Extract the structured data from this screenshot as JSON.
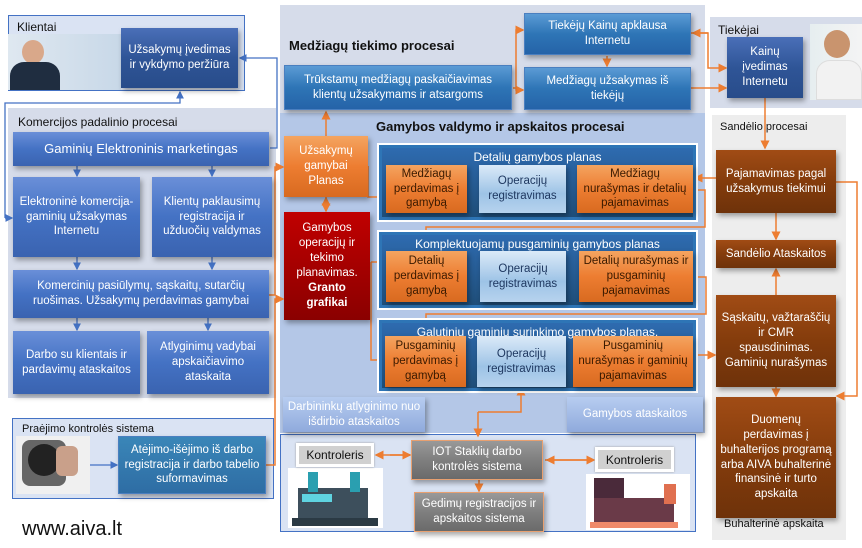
{
  "clients": {
    "label": "Klientai",
    "order_entry": "Užsakymų įvedimas ir vykdymo peržiūra"
  },
  "supply": {
    "title": "Medžiagų tiekimo procesai",
    "shortage": "Trūkstamų  medžiagų paskaičiavimas klientų užsakymams ir atsargoms",
    "price_survey": "Tiekėjų Kainų apklausa Internetu",
    "material_order": "Medžiagų užsakymas iš tiekėjų"
  },
  "suppliers": {
    "label": "Tiekėjai",
    "price_entry": "Kainų įvedimas Internetu"
  },
  "commerce": {
    "label": "Komercijos padalinio procesai",
    "marketing": "Gaminių Elektroninis marketingas",
    "ecommerce": "Elektroninė komercija- gaminių užsakymas Internetu",
    "inquiries": "Klientų paklausimų registracija ir užduočių valdymas",
    "offers": "Komercinių pasiūlymų, sąskaitų,  sutarčių ruošimas. Užsakymų perdavimas gamybai",
    "sales_reports": "Darbo su klientais ir pardavimų ataskaitos",
    "pay_report": "Atlyginimų vadybai apskaičiavimo ataskaita"
  },
  "access": {
    "label": "Praėjimo kontrolės sistema",
    "registration": "Atėjimo-išėjimo iš darbo registracija ir darbo tabelio suformavimas"
  },
  "production": {
    "title": "Gamybos valdymo ir apskaitos procesai",
    "order_plan": "Užsakymų gamybai Planas",
    "scheduling_1": "Gamybos operacijų ir tekimo planavimas.",
    "scheduling_2": "Granto grafikai",
    "plans": [
      {
        "title": "Detalių gamybos planas",
        "step1": "Medžiagų perdavimas į gamybą",
        "step2": "Operacijų registravimas",
        "step3": "Medžiagų nurašymas ir detalių pajamavimas"
      },
      {
        "title": "Komplektuojamų pusgaminių gamybos planas",
        "step1": "Detalių perdavimas į gamybą",
        "step2": "Operacijų registravimas",
        "step3": "Detalių nurašymas ir pusgaminių pajamavimas"
      },
      {
        "title": "Galutinių gaminių surinkimo gamybos planas.",
        "step1": "Pusgaminių perdavimas į gamybą",
        "step2": "Operacijų registravimas",
        "step3": "Pusgaminių nurašymas ir gaminių pajamavimas"
      }
    ],
    "worker_pay": "Darbininkų atlyginimo nuo išdirbio ataskaitos",
    "prod_reports": "Gamybos ataskaitos"
  },
  "iot": {
    "controller_left": "Kontroleris",
    "controller_right": "Kontroleris",
    "system": "IOT Staklių darbo kontrolės sistema",
    "faults": "Gedimų registracijos ir apskaitos sistema"
  },
  "warehouse": {
    "label": "Sandėlio procesai",
    "receiving": "Pajamavimas pagal užsakymus tiekimui",
    "reports": "Sandėlio Ataskaitos",
    "invoices": "Sąskaitų, važtaraščių ir CMR spausdinimas. Gaminių nurašymas",
    "transfer": "Duomenų perdavimas į buhalterijos programą arba AIVA buhalterinė finansinė ir turto apskaita",
    "accounting_label": "Buhalterinė apskaita"
  },
  "footer": {
    "website": "www.aiva.lt"
  }
}
